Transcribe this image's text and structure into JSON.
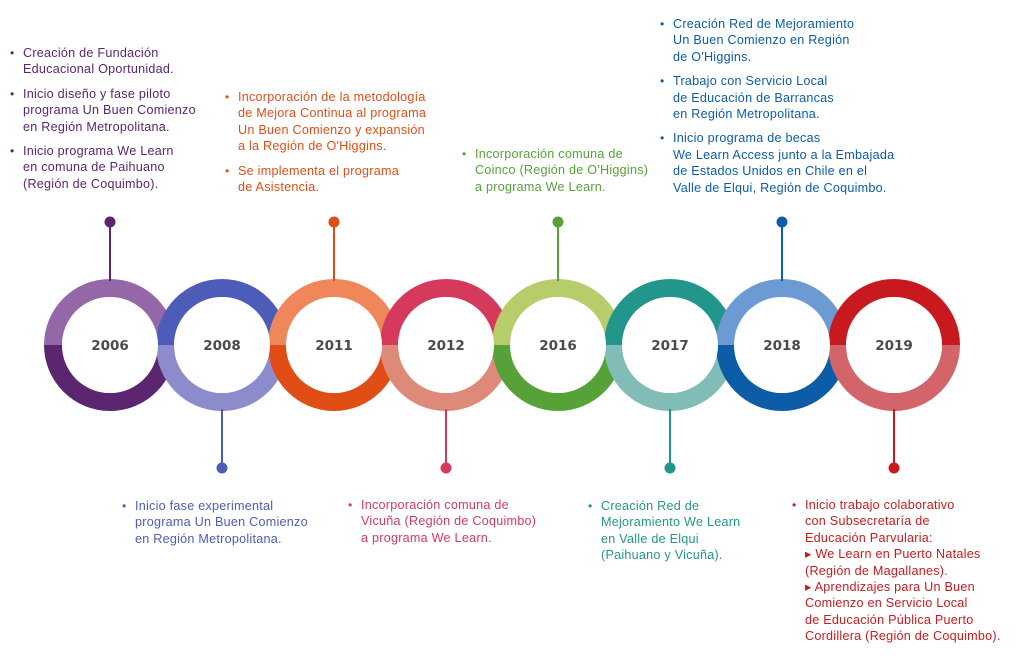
{
  "timeline": [
    {
      "year": "2006",
      "side": "top",
      "colors": {
        "top": "#5c2570",
        "bottom": "#9468a8"
      },
      "text_color": "#5c2570",
      "notes": [
        "Creación de Fundación\nEducacional Oportunidad.",
        "Inicio diseño y fase piloto\nprograma Un Buen Comienzo\nen Región Metropolitana.",
        "Inicio programa We Learn\nen comuna de Paihuano\n(Región de Coquimbo)."
      ]
    },
    {
      "year": "2008",
      "side": "bottom",
      "colors": {
        "top": "#8c8ccc",
        "bottom": "#4c5cb8"
      },
      "text_color": "#4c5cb8",
      "notes": [
        "Inicio fase experimental\nprograma Un Buen Comienzo\nen Región Metropolitana."
      ]
    },
    {
      "year": "2011",
      "side": "top",
      "colors": {
        "top": "#e04e16",
        "bottom": "#f0875a"
      },
      "text_color": "#e04e16",
      "notes": [
        "Incorporación de la metodología\nde Mejora Continua al programa\nUn Buen Comienzo y expansión\na la Región de O'Higgins.",
        "Se implementa el programa\nde Asistencia."
      ]
    },
    {
      "year": "2012",
      "side": "bottom",
      "colors": {
        "top": "#de8a78",
        "bottom": "#d53a5c"
      },
      "text_color": "#d53a5c",
      "notes": [
        "Incorporación comuna de\nVicuña (Región de Coquimbo)\na programa We Learn."
      ]
    },
    {
      "year": "2016",
      "side": "top",
      "colors": {
        "top": "#56a238",
        "bottom": "#b7cd6c"
      },
      "text_color": "#56a238",
      "notes": [
        "Incorporación comuna de\nCoinco (Región de O'Higgins)\na programa We Learn."
      ]
    },
    {
      "year": "2017",
      "side": "bottom",
      "colors": {
        "top": "#82bcb6",
        "bottom": "#22968a"
      },
      "text_color": "#22968a",
      "notes": [
        "Creación Red de\nMejoramiento We Learn\nen Valle de Elqui\n(Paihuano y Vicuña)."
      ]
    },
    {
      "year": "2018",
      "side": "top",
      "colors": {
        "top": "#0c5ca8",
        "bottom": "#6c9ad2"
      },
      "text_color": "#0c5ca8",
      "notes": [
        "Creación Red de Mejoramiento\nUn Buen Comienzo en Región\nde O'Higgins.",
        "Trabajo con Servicio Local\nde Educación de Barrancas\nen Región Metropolitana.",
        "Inicio programa de becas\nWe Learn Access junto a la Embajada\nde Estados Unidos en Chile en el\nValle de Elqui, Región de Coquimbo."
      ]
    },
    {
      "year": "2019",
      "side": "bottom",
      "colors": {
        "top": "#d2646a",
        "bottom": "#c81a1e"
      },
      "text_color": "#c81a1e",
      "notes": [
        "Inicio trabajo colaborativo\ncon Subsecretaría de\nEducación Parvularia:\n▸ We Learn en Puerto Natales\n(Región de Magallanes).\n▸ Aprendizajes para Un Buen\nComienzo en Servicio Local\nde Educación Pública Puerto\nCordillera (Región de Coquimbo)."
      ]
    }
  ]
}
